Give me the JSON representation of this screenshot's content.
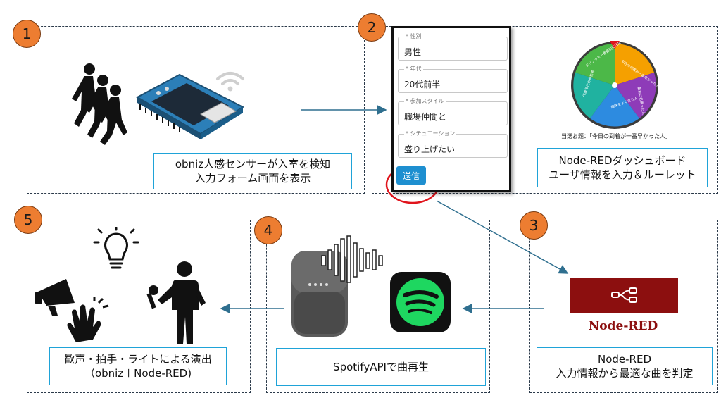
{
  "steps": [
    {
      "number": "1",
      "caption_lines": [
        "obniz人感センサーが入室を検知",
        "入力フォーム画面を表示"
      ]
    },
    {
      "number": "2",
      "caption_lines": [
        "Node-REDダッシュボード",
        "ユーザ情報を入力＆ルーレット"
      ]
    },
    {
      "number": "3",
      "caption_lines": [
        "Node-RED",
        "入力情報から最適な曲を判定"
      ]
    },
    {
      "number": "4",
      "caption_lines": [
        "SpotifyAPIで曲再生"
      ]
    },
    {
      "number": "5",
      "caption_lines": [
        "歓声・拍手・ライトによる演出",
        "（obniz＋Node-RED)"
      ]
    }
  ],
  "form": {
    "fields": [
      {
        "label": "* 性別",
        "value": "男性"
      },
      {
        "label": "* 年代",
        "value": "20代前半"
      },
      {
        "label": "* 参加スタイル",
        "value": "職場仲間と"
      },
      {
        "label": "* シチュエーション",
        "value": "盛り上げたい"
      }
    ],
    "submit_label": "送信"
  },
  "roulette": {
    "result_caption": "当選お題：「今日の到着が一番早かった人」",
    "segment_labels": [
      "今日の到着が一番早かった人",
      "最初に名乗った人",
      "趣味をよく言う人",
      "YY歳年代の参加者",
      "ドリンクを一番最初に注文した人"
    ]
  },
  "node_red_logo_text": "Node-RED",
  "colors": {
    "step_circle": "#ed7d31",
    "caption_border": "#1fa3d8",
    "node_red": "#8c0f0f",
    "spotify_green": "#1ed760",
    "arrow": "#2f6f8f",
    "highlight_ring": "#e0141c"
  }
}
